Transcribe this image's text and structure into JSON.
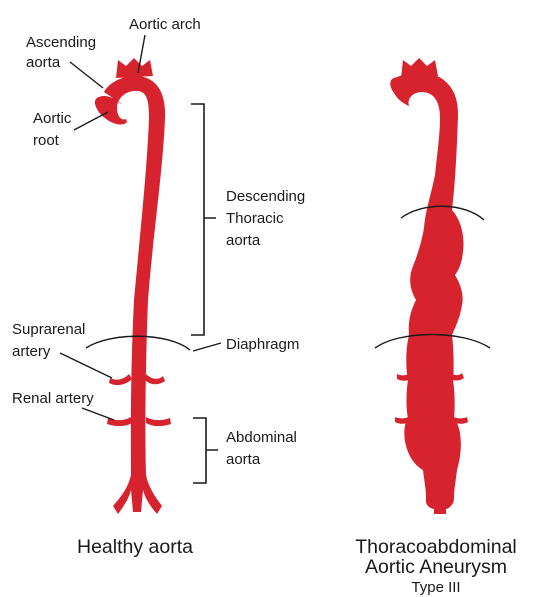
{
  "colors": {
    "aorta": "#d7232e",
    "ink": "#1a1a1a",
    "background": "#ffffff"
  },
  "labels": {
    "ascending_aorta": [
      "Ascending",
      "aorta"
    ],
    "aortic_arch": "Aortic arch",
    "aortic_root": [
      "Aortic",
      "root"
    ],
    "descending_thoracic_aorta": [
      "Descending",
      "Thoracic",
      "aorta"
    ],
    "suprarenal_artery": [
      "Suprarenal",
      "artery"
    ],
    "diaphragm": "Diaphragm",
    "renal_artery": "Renal artery",
    "abdominal_aorta": [
      "Abdominal",
      "aorta"
    ]
  },
  "captions": {
    "healthy": "Healthy aorta",
    "aneurysm_line1": "Thoracoabdominal",
    "aneurysm_line2": "Aortic Aneurysm",
    "aneurysm_type": "Type III"
  }
}
